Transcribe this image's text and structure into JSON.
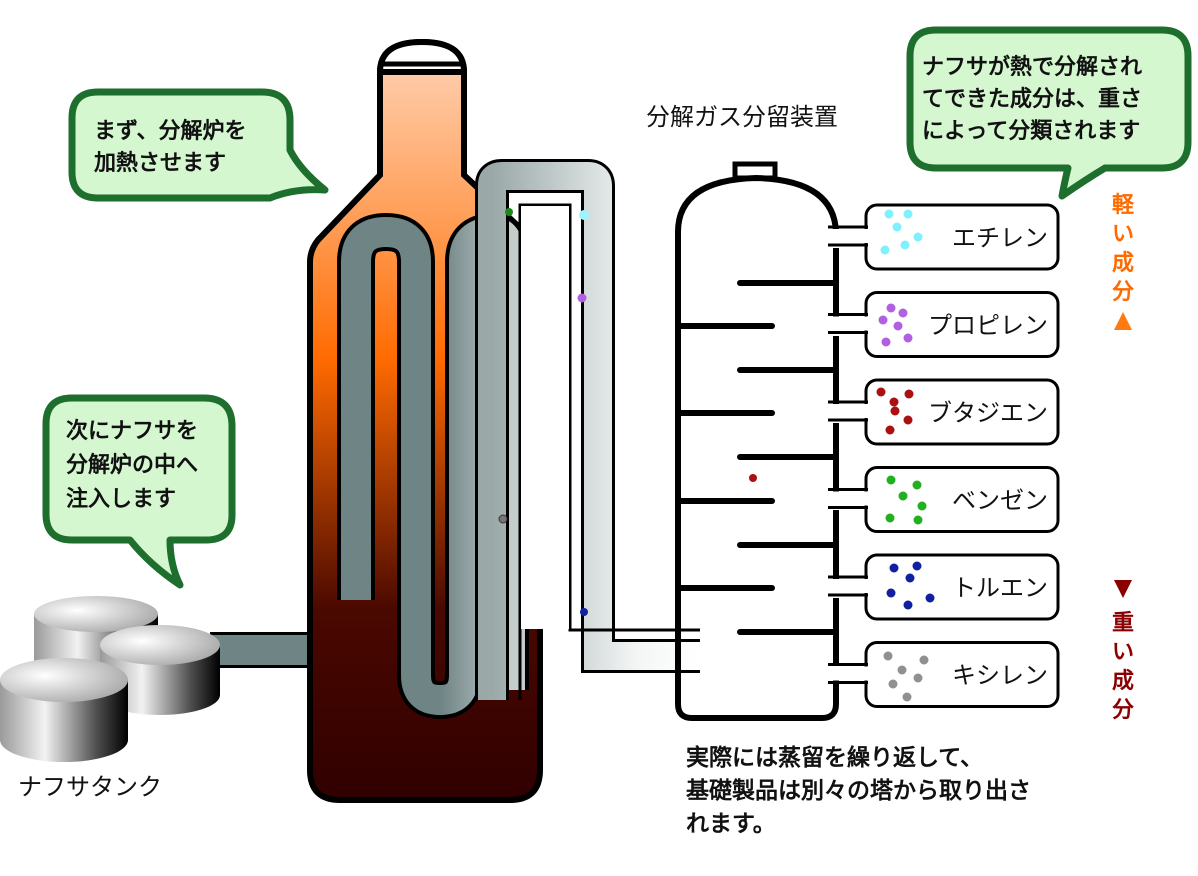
{
  "bubbles": {
    "heat_furnace": [
      "まず、分解炉を",
      "加熱させます"
    ],
    "inject_naphtha": [
      "次にナフサを",
      "分解炉の中へ",
      "注入します"
    ],
    "classify": [
      "ナフサが熱で分解され",
      "てできた成分は、重さ",
      "によって分類されます"
    ]
  },
  "labels": {
    "tank": "ナフサタンク",
    "column": "分解ガス分留装置",
    "light": [
      "軽",
      "い",
      "成",
      "分"
    ],
    "heavy": [
      "重",
      "い",
      "成",
      "分"
    ]
  },
  "products": [
    {
      "name": "エチレン",
      "color": "#7ff0ff"
    },
    {
      "name": "プロピレン",
      "color": "#b060e0"
    },
    {
      "name": "ブタジエン",
      "color": "#aa1010"
    },
    {
      "name": "ベンゼン",
      "color": "#20b020"
    },
    {
      "name": "トルエン",
      "color": "#1020a0"
    },
    {
      "name": "キシレン",
      "color": "#909090"
    }
  ],
  "note": [
    "実際には蒸留を繰り返して、",
    "基礎製品は別々の塔から取り出さ",
    "れます。"
  ],
  "colors": {
    "bubble_fill": "#d4f7d0",
    "bubble_stroke": "#1e6e2e",
    "light_arrow": "#ff6a00",
    "heavy_arrow": "#8b0000",
    "furnace_top": "#ffd0b0",
    "furnace_mid": "#ff6a00",
    "furnace_bottom": "#300000",
    "pipe": "#6f8484"
  }
}
